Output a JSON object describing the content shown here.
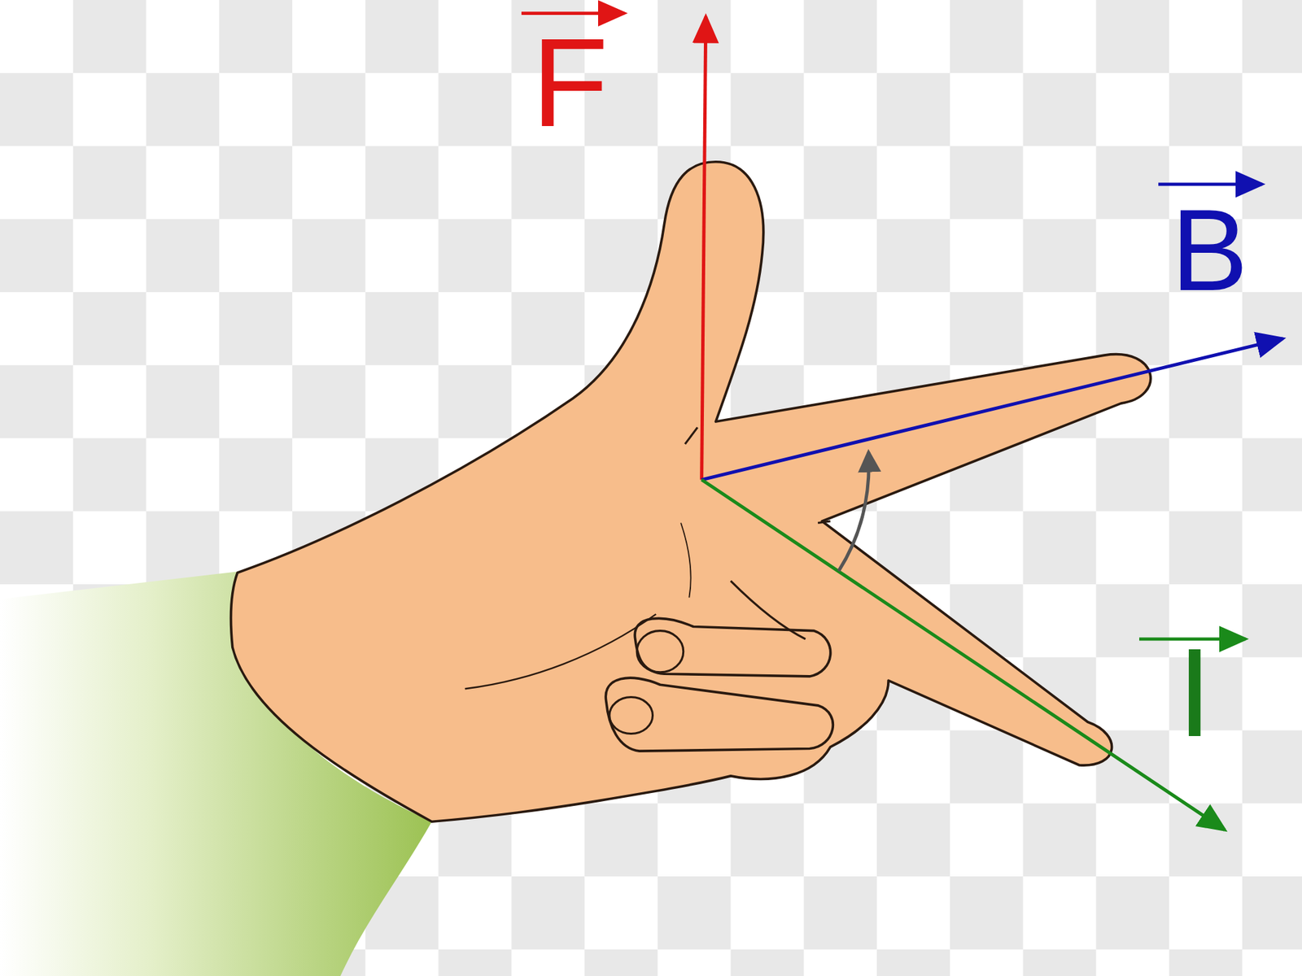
{
  "diagram": {
    "labels": [
      "F",
      "B",
      "I"
    ]
  }
}
